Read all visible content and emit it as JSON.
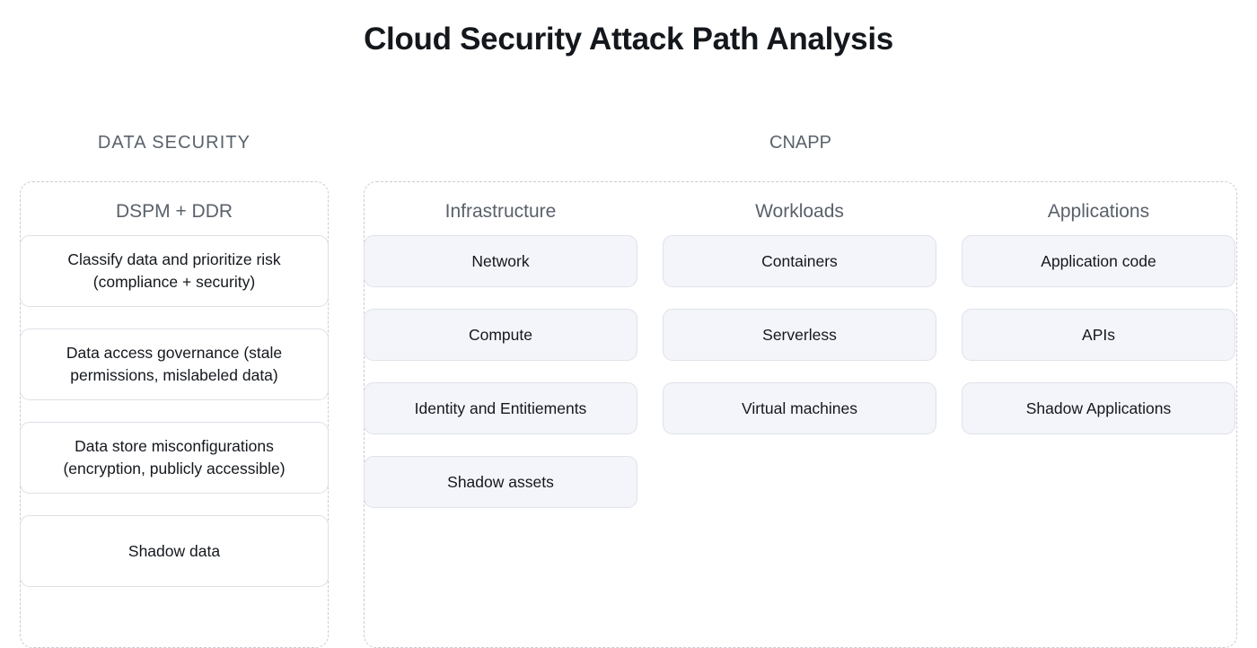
{
  "title": "Cloud Security Attack Path Analysis",
  "groups": [
    {
      "heading": "DATA SECURITY",
      "columns": [
        {
          "title": "DSPM + DDR",
          "style": "plain",
          "items": [
            "Classify data and prioritize risk (compliance + security)",
            "Data access governance (stale permissions, mislabeled data)",
            "Data store misconfigurations (encryption, publicly accessible)",
            "Shadow data"
          ]
        }
      ]
    },
    {
      "heading": "CNAPP",
      "columns": [
        {
          "title": "Infrastructure",
          "style": "tinted",
          "items": [
            "Network",
            "Compute",
            "Identity and Entitiements",
            "Shadow assets"
          ]
        },
        {
          "title": "Workloads",
          "style": "tinted",
          "items": [
            "Containers",
            "Serverless",
            "Virtual machines"
          ]
        },
        {
          "title": "Applications",
          "style": "tinted",
          "items": [
            "Application code",
            "APIs",
            "Shadow Applications"
          ]
        }
      ]
    }
  ],
  "colors": {
    "background": "#ffffff",
    "title_text": "#14181d",
    "heading_text": "#5a616b",
    "card_tinted_fill": "#f4f5fa",
    "card_tinted_border": "#dfe2e9",
    "card_plain_fill": "#ffffff",
    "card_plain_border": "#dde0e6",
    "dashed_border": "#c8ccd4"
  }
}
